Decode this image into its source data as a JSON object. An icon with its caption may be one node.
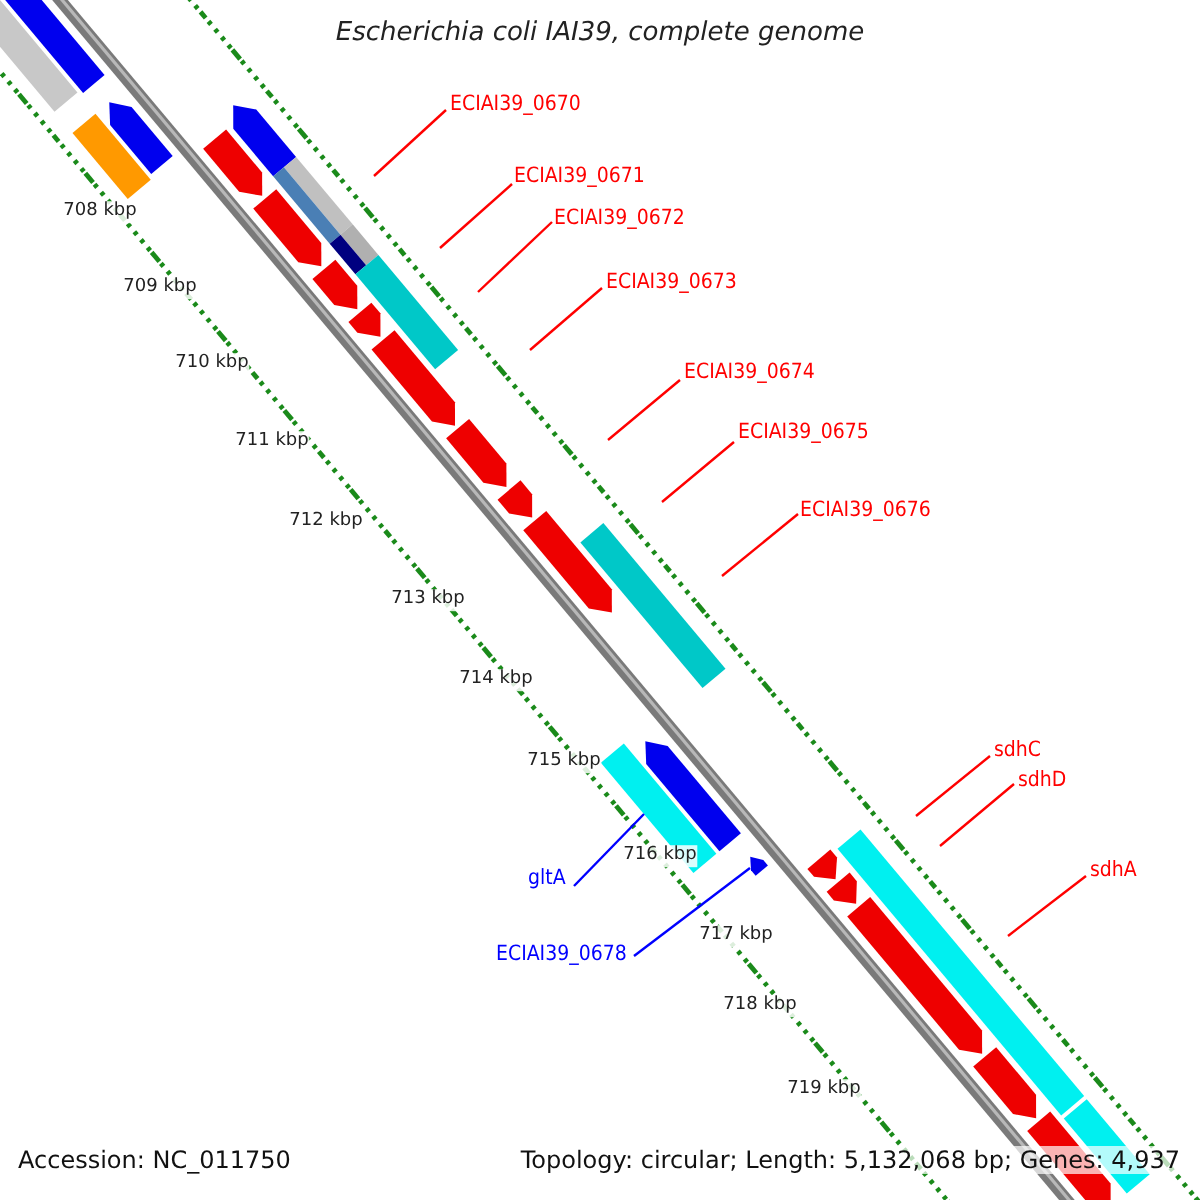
{
  "diagram": {
    "title": "Escherichia coli IAI39, complete genome",
    "nodes": [
      {
        "text": [
          "ECIAI39_0670"
        ]
      },
      {
        "text": [
          "ECIAI39_0671"
        ]
      },
      {
        "text": [
          "ECIAI39_0672"
        ]
      },
      {
        "text": [
          "ECIAI39_0673"
        ]
      },
      {
        "text": [
          "ECIAI39_0674"
        ]
      },
      {
        "text": [
          "ECIAI39_0675"
        ]
      },
      {
        "text": [
          "ECIAI39_0676"
        ]
      },
      {
        "text": [
          "sdhC"
        ]
      },
      {
        "text": [
          "sdhD"
        ]
      },
      {
        "text": [
          "sdhA"
        ]
      },
      {
        "text": [
          "gltA"
        ]
      },
      {
        "text": [
          "ECIAI39_0678"
        ]
      },
      {
        "text": [],
        "shape": "bar"
      },
      {
        "text": [],
        "shape": "arrow"
      }
    ],
    "edges": [
      {
        "from": 0,
        "to": null,
        "arrow": "none"
      },
      {
        "from": 1,
        "to": null,
        "arrow": "none"
      },
      {
        "from": 2,
        "to": null,
        "arrow": "none"
      },
      {
        "from": 3,
        "to": null,
        "arrow": "none"
      },
      {
        "from": 4,
        "to": null,
        "arrow": "none"
      },
      {
        "from": 5,
        "to": null,
        "arrow": "none"
      },
      {
        "from": 6,
        "to": null,
        "arrow": "none"
      },
      {
        "from": 7,
        "to": null,
        "arrow": "none"
      },
      {
        "from": 8,
        "to": null,
        "arrow": "none"
      },
      {
        "from": 9,
        "to": null,
        "arrow": "none"
      },
      {
        "from": 10,
        "to": 12,
        "arrow": "none",
        "color": "#0000ff"
      },
      {
        "from": 11,
        "to": 13,
        "arrow": "none",
        "color": "#0000ff"
      }
    ],
    "labels": [
      "708 kbp",
      "709 kbp",
      "710 kbp",
      "711 kbp",
      "712 kbp",
      "713 kbp",
      "714 kbp",
      "715 kbp",
      "716 kbp",
      "717 kbp",
      "718 kbp",
      "719 kbp",
      "Accession: NC_011750",
      "Topology: circular; Length: 5,132,068 bp; Genes: 4,937"
    ]
  }
}
